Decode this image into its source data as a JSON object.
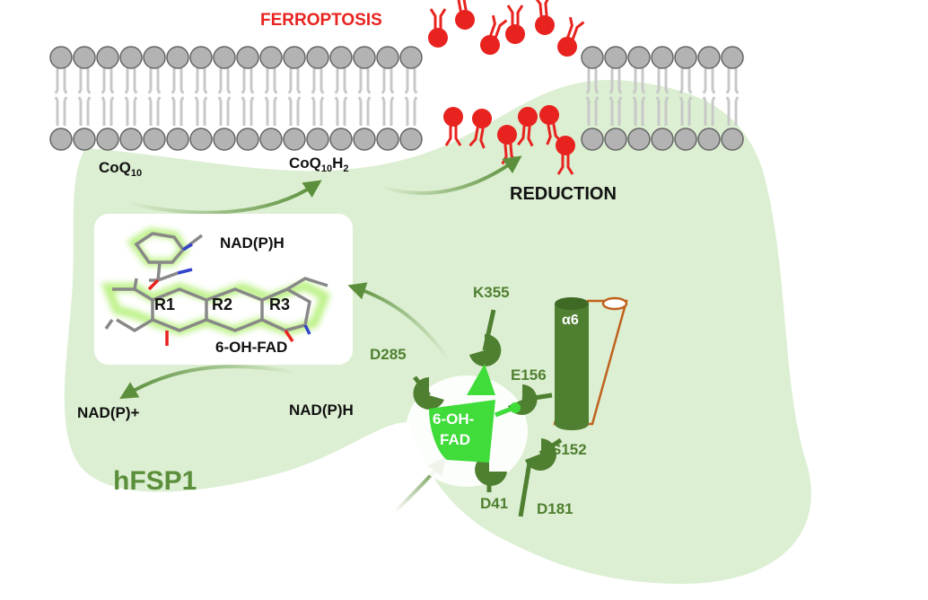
{
  "title": "FERROPTOSIS",
  "process": "REDUCTION",
  "protein": "hFSP1",
  "cofactor": {
    "line1": "6-OH-",
    "line2": "FAD"
  },
  "helix": "α6",
  "inset": {
    "nadph": "NAD(P)H",
    "fad": "6-OH-FAD",
    "rings": [
      "R1",
      "R2",
      "R3"
    ]
  },
  "metabolites": {
    "coq_base": "CoQ",
    "coq_sub": "10",
    "coqh2_base": "CoQ",
    "coqh2_sub1": "10",
    "coqh2_H": "H",
    "coqh2_sub2": "2",
    "nadp_plus": "NAD(P)+",
    "nadph": "NAD(P)H"
  },
  "residues": [
    "K355",
    "D285",
    "E156",
    "S152",
    "D41",
    "D181"
  ],
  "colors": {
    "protein_fill": "#dcefd2",
    "dark_green": "#4f7f30",
    "bright_green": "#3fdc3a",
    "lipid_red": "#e8231f",
    "head_gray": "#b3b3b3",
    "title_red": "#e8231f"
  }
}
